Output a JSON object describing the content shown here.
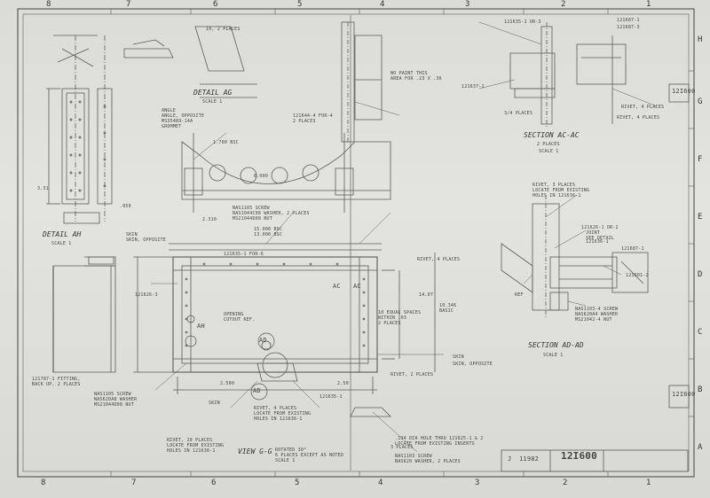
{
  "drawing": {
    "number": "12I600",
    "code": "11982",
    "letter": "J",
    "side_number": "12I600"
  },
  "zones": {
    "top": [
      "8",
      "7",
      "6",
      "5",
      "4",
      "3",
      "2",
      "1"
    ],
    "bottom": [
      "8",
      "7",
      "6",
      "5",
      "4",
      "3",
      "2",
      "1"
    ],
    "right": [
      "H",
      "G",
      "F",
      "E",
      "D",
      "C",
      "B",
      "A"
    ]
  },
  "views": {
    "detail_ah": "DETAIL AH",
    "detail_ah_scale": "SCALE 1",
    "detail_ag": "DETAIL AG",
    "detail_ag_scale": "SCALE 1",
    "section_ac": "SECTION AC-AC",
    "section_ac_places": "2 PLACES",
    "section_ac_scale": "SCALE 1",
    "section_ad": "SECTION AD-AD",
    "section_ad_scale": "SCALE 1",
    "view_gg": "VIEW G-G",
    "view_gg_note": "ROTATED 30°\n6 PLACES EXCEPT AS NOTED\nSCALE 1"
  },
  "callouts": {
    "ah": "AH",
    "ad1": "AD",
    "ad2": "AD",
    "ac1": "AC",
    "ac2": "AC"
  },
  "notes": {
    "n1": "10, 2 PLACES",
    "n2": "ANGLE\nANGLE, OPPOSITE\nMS35489-14A\nGROMMET",
    "n3": "1.700 BSC",
    "n4": "NAS1105 SCREW\nNAS1044C08 WASHER, 2 PLACES\nMS21044D08 NUT",
    "n5": "15.000 BSC\n13.000 BSC",
    "n6": "121635-1 FOR-6",
    "n7": "OPENING\nCUTOUT REF.",
    "n8": "10 EQUAL SPACES\nWITHIN .03\n2 PLACES",
    "n9": "14.07",
    "n10": "10.346\nBASIC",
    "n11": "RIVET, 3 PLACES\nLOCATE FROM EXISTING\nHOLES IN 121636-1",
    "n12": "121626-3",
    "n13": "SKIN\nSKIN, OPPOSITE",
    "n14": "121787-1 FITTING,\nBACK UP, 2 PLACES",
    "n15": "NAS1105 SCREW\nNAS620A8 WASHER\nMS21044D08 NUT",
    "n16": "RIVET, 4 PLACES\nLOCATE FROM EXISTING\nHOLES IN 121636-1",
    "n17": "RIVET, 20 PLACES\nLOCATE FROM EXISTING\nHOLES IN 121636-1",
    "n18": "NO PAINT THIS\nAREA FOR .23 X .36",
    "n19": "121644-4 FOR-4\n2 PLACES",
    "n20": "RIVET, 4 PLACES",
    "n21": "NAS1103-4 SCREW\nNAS620A4 WASHER\nMS21042-4 NUT",
    "n22": "121636-1",
    "n23": "RIVET, 4 PLACES",
    "n24": "RIVET, 2 PLACES",
    "n25": "121635-1",
    "n26": "SKIN",
    "n27": "SKIN, OPPOSITE",
    "n28": ".194 DIA HOLE THRU 121625-1 & 2\nLOCATE FROM EXISTING INSERTS",
    "n29": "3 PLACES",
    "n30": "NAS1103 SCREW\nNAS620 WASHER, 2 PLACES",
    "n31": "6.000",
    "n32": "2.310",
    "n33": ".050",
    "n34": "3.31",
    "n35": "2.500",
    "n36": "2.50",
    "n37": "SKIN",
    "n38": "121626-1 OR-2",
    "n39": "121687-1",
    "n40": "121635-1 OR-3",
    "n41": "121601-2",
    "n42": "JOINT\nSEE DETAIL",
    "n43": "REF",
    "n44": "121687-1",
    "n45": "121687-3",
    "n46": "121637-1",
    "n47": "RIVET, 4 PLACES",
    "n48": "3/4 PLACES"
  }
}
